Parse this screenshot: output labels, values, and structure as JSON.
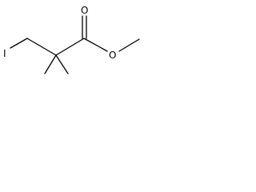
{
  "molecule": {
    "atoms": {
      "iodine": "I",
      "carbonyl_oxygen": "O",
      "ester_oxygen": "O"
    },
    "colors": {
      "bond": "#000000",
      "label": "#000000",
      "background": "#ffffff"
    }
  }
}
